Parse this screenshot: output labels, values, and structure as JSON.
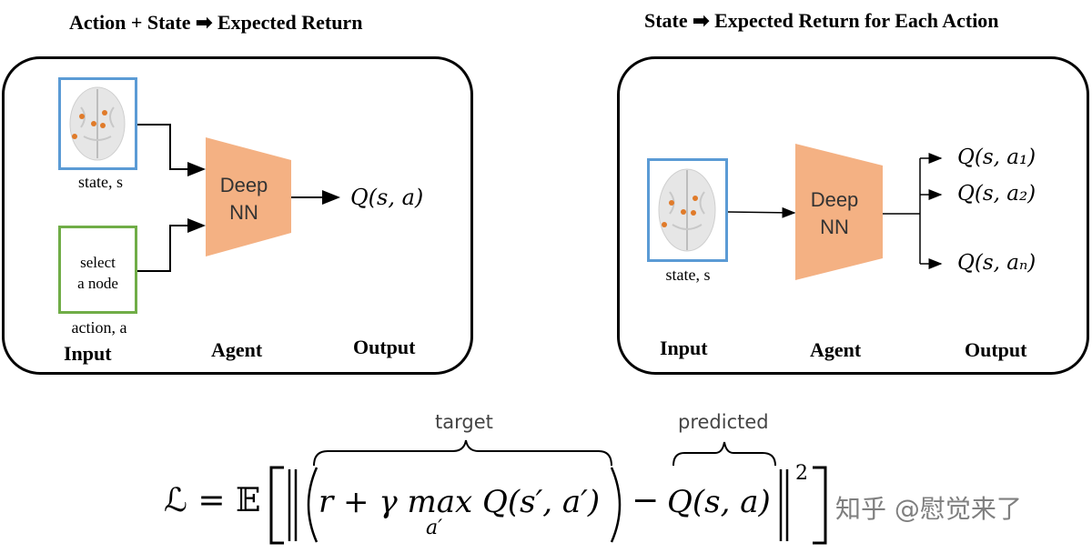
{
  "left_panel": {
    "heading": "Action + State ➡ Expected Return",
    "state_label": "state, s",
    "action_box_text_line1": "select",
    "action_box_text_line2": "a node",
    "action_label": "action, a",
    "nn_line1": "Deep",
    "nn_line2": "NN",
    "output_expr": "Q(s, a)",
    "col_input": "Input",
    "col_agent": "Agent",
    "col_output": "Output"
  },
  "right_panel": {
    "heading": "State ➡ Expected Return for Each Action",
    "state_label": "state, s",
    "nn_line1": "Deep",
    "nn_line2": "NN",
    "outputs": [
      "Q(s, a₁)",
      "Q(s, a₂)",
      "Q(s, aₙ)"
    ],
    "col_input": "Input",
    "col_agent": "Agent",
    "col_output": "Output"
  },
  "loss": {
    "target_label": "target",
    "predicted_label": "predicted",
    "lhs": "ℒ = 𝔼",
    "target_expr": "r + γ max Q(s′, a′)",
    "max_sub": "a′",
    "minus": "−",
    "predicted_expr": "Q(s, a)",
    "exponent": "2"
  },
  "watermark": "知乎 @慰觉来了",
  "colors": {
    "state_box_border": "#5b9bd5",
    "action_box_border": "#70ad47",
    "nn_fill": "#f4b183",
    "node_dot": "#e07b2a"
  }
}
